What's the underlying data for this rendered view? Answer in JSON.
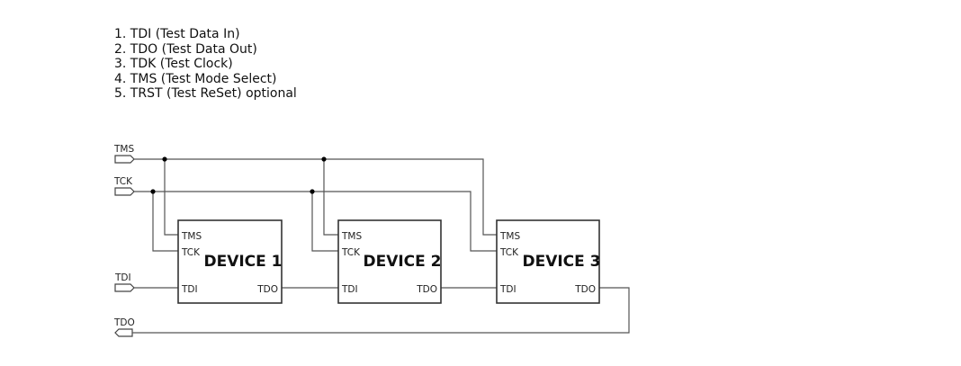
{
  "legend": {
    "items": [
      "1. TDI (Test Data In)",
      "2. TDO (Test Data Out)",
      "3. TDK (Test Clock)",
      "4. TMS (Test Mode Select)",
      "5. TRST (Test ReSet) optional"
    ]
  },
  "signals": {
    "tms": "TMS",
    "tck": "TCK",
    "tdi": "TDI",
    "tdo": "TDO"
  },
  "devices": [
    {
      "name": "DEVICE 1",
      "pins": {
        "tms": "TMS",
        "tck": "TCK",
        "tdi": "TDI",
        "tdo": "TDO"
      }
    },
    {
      "name": "DEVICE 2",
      "pins": {
        "tms": "TMS",
        "tck": "TCK",
        "tdi": "TDI",
        "tdo": "TDO"
      }
    },
    {
      "name": "DEVICE 3",
      "pins": {
        "tms": "TMS",
        "tck": "TCK",
        "tdi": "TDI",
        "tdo": "TDO"
      }
    }
  ]
}
